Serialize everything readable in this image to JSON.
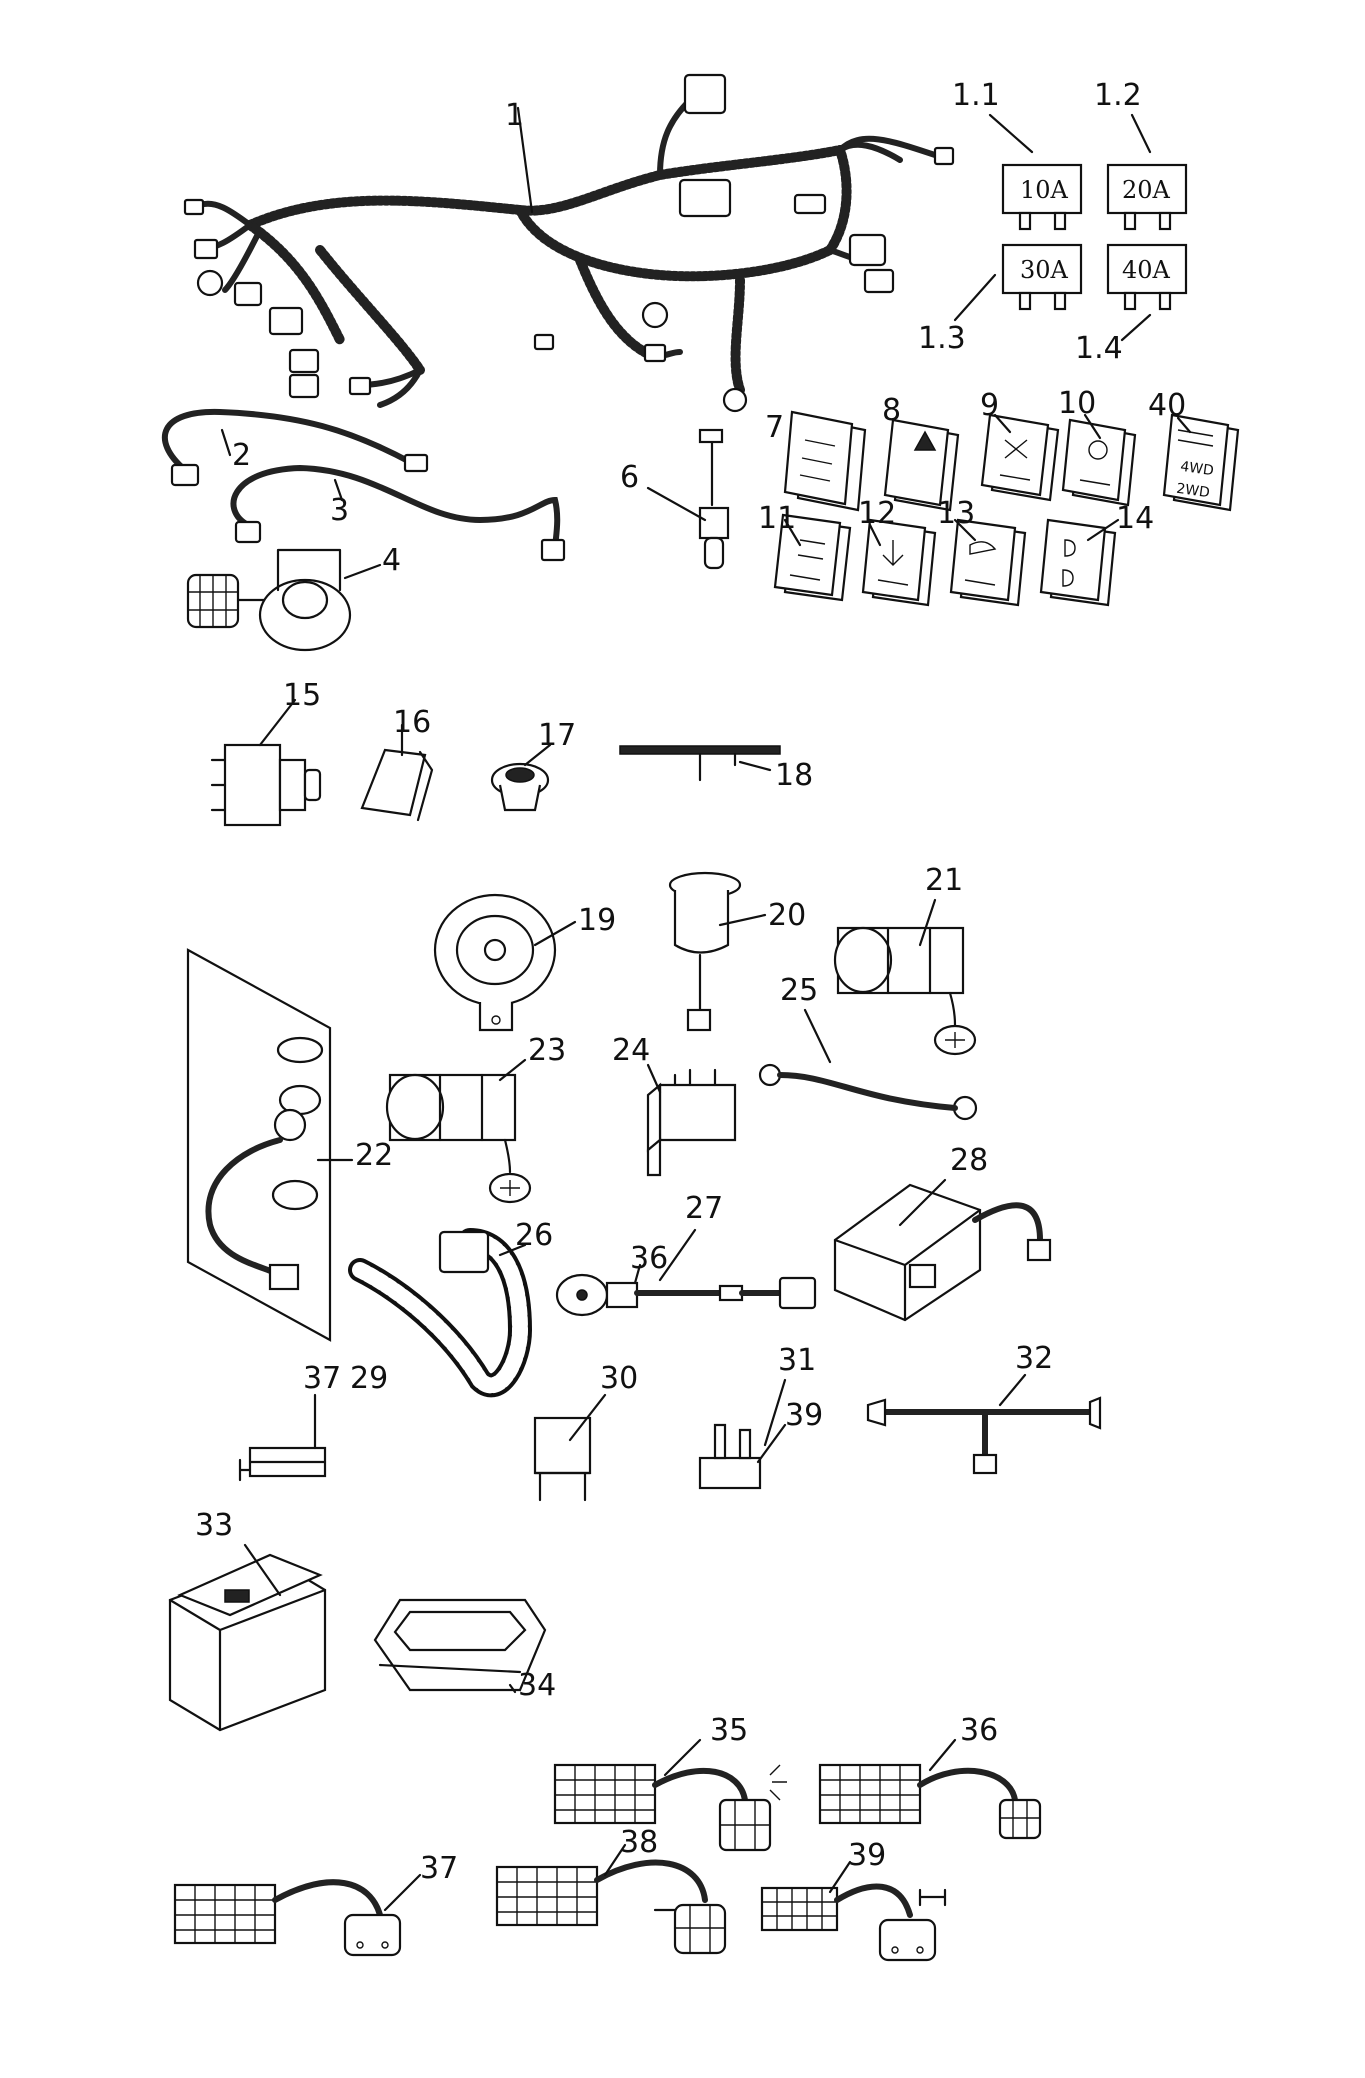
{
  "callouts": {
    "c1": "1",
    "c1_1": "1.1",
    "c1_2": "1.2",
    "c1_3": "1.3",
    "c1_4": "1.4",
    "c2": "2",
    "c3": "3",
    "c4": "4",
    "c6": "6",
    "c7": "7",
    "c8": "8",
    "c9": "9",
    "c10": "10",
    "c40": "40",
    "c11": "11",
    "c12": "12",
    "c13": "13",
    "c14": "14",
    "c15": "15",
    "c16": "16",
    "c17": "17",
    "c18": "18",
    "c19": "19",
    "c20": "20",
    "c21": "21",
    "c22": "22",
    "c23": "23",
    "c24": "24",
    "c25": "25",
    "c26": "26",
    "c27": "27",
    "c28": "28",
    "c29": "29",
    "c30": "30",
    "c31": "31",
    "c32": "32",
    "c33": "33",
    "c34": "34",
    "c35": "35",
    "c36a": "36",
    "c36b": "36",
    "c37a": "37",
    "c37b": "37",
    "c38": "38",
    "c39a": "39",
    "c39b": "39"
  },
  "fuses": {
    "f10": "10A",
    "f20": "20A",
    "f30": "30A",
    "f40": "40A"
  },
  "switch_40": {
    "line1": "4WD",
    "line2": "2WD"
  }
}
